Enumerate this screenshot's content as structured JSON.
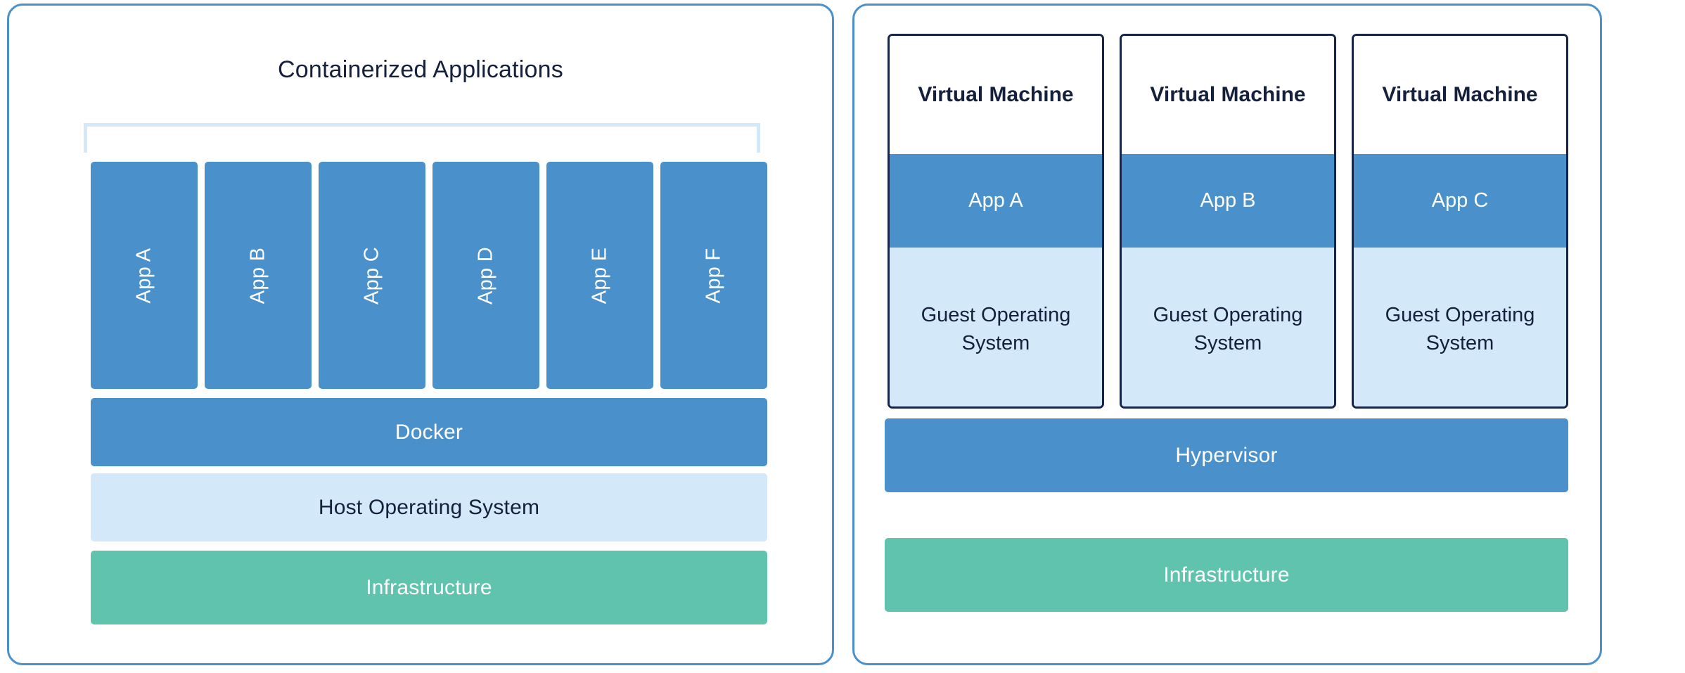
{
  "colors": {
    "panel_border": "#4a90ca",
    "accent_blue": "#4a90ca",
    "light_blue": "#d3e8f8",
    "green": "#60c3ad",
    "navy_text": "#15203c",
    "card_border": "#17244a",
    "white": "#ffffff"
  },
  "left_panel": {
    "title": "Containerized Applications",
    "apps": [
      {
        "label": "App A"
      },
      {
        "label": "App B"
      },
      {
        "label": "App C"
      },
      {
        "label": "App D"
      },
      {
        "label": "App E"
      },
      {
        "label": "App F"
      }
    ],
    "layers": [
      {
        "label": "Docker",
        "style": "blue"
      },
      {
        "label": "Host Operating System",
        "style": "light-blue"
      },
      {
        "label": "Infrastructure",
        "style": "green"
      }
    ]
  },
  "right_panel": {
    "vms": [
      {
        "title": "Virtual Machine",
        "app": "App A",
        "guest_os": "Guest Operating System"
      },
      {
        "title": "Virtual Machine",
        "app": "App B",
        "guest_os": "Guest Operating System"
      },
      {
        "title": "Virtual Machine",
        "app": "App C",
        "guest_os": "Guest Operating System"
      }
    ],
    "layers": [
      {
        "label": "Hypervisor",
        "style": "blue"
      },
      {
        "label": "Infrastructure",
        "style": "green"
      }
    ]
  }
}
